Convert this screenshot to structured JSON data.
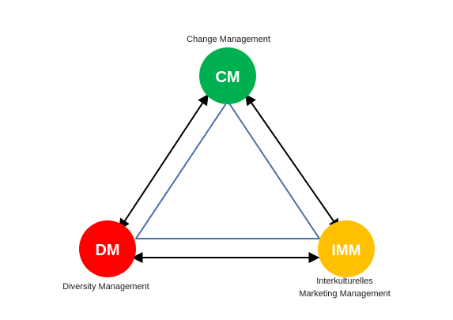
{
  "nodes": {
    "cm": {
      "abbr": "CM",
      "color": "#00b050",
      "caption": "Change Management"
    },
    "dm": {
      "abbr": "DM",
      "color": "#ff0000",
      "caption": "Diversity Management"
    },
    "imm": {
      "abbr": "IMM",
      "color": "#ffc000",
      "caption_line1": "Interkulturelles",
      "caption_line2": "Marketing Management"
    }
  },
  "colors": {
    "triangle_stroke": "#4a6fa5",
    "arrow": "#000000"
  }
}
